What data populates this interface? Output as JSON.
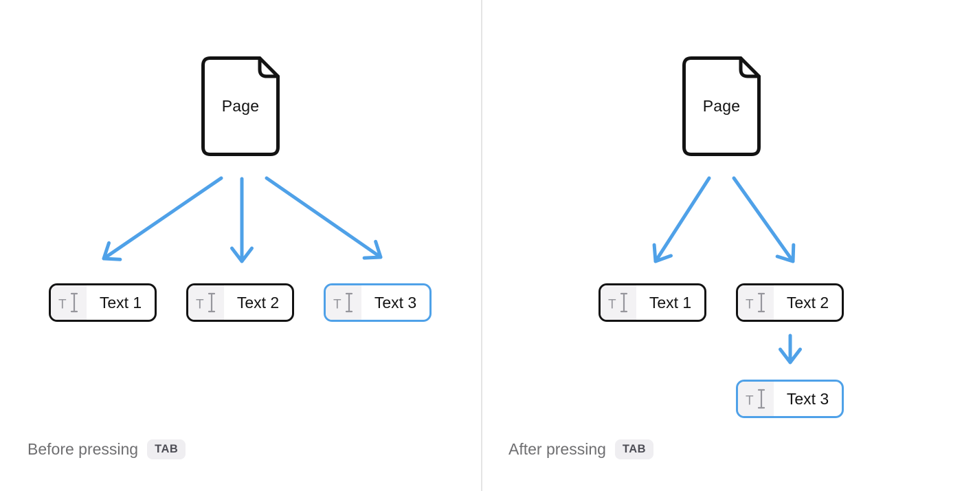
{
  "figure": {
    "description": "Diagram showing page outline structure before and after pressing TAB: Text 3 becomes nested under Text 2",
    "accent_color": "#4FA1E8",
    "outline_color": "#131313",
    "icon_gray": "#96969C",
    "icon_cell_bg": "#F3F2F4",
    "caption_color": "#6F6F71",
    "kbd_bg": "#EFEEF1",
    "divider_color": "#E4E4E4"
  },
  "panels": [
    {
      "id": "before",
      "caption": "Before pressing",
      "kbd": "TAB",
      "root": {
        "label": "Page",
        "icon": "document-icon"
      },
      "blocks": [
        {
          "label": "Text 1",
          "icon": "text-cursor-icon",
          "selected": false
        },
        {
          "label": "Text 2",
          "icon": "text-cursor-icon",
          "selected": false
        },
        {
          "label": "Text 3",
          "icon": "text-cursor-icon",
          "selected": true
        }
      ],
      "edges": [
        {
          "from": "Page",
          "to": "Text 1"
        },
        {
          "from": "Page",
          "to": "Text 2"
        },
        {
          "from": "Page",
          "to": "Text 3"
        }
      ]
    },
    {
      "id": "after",
      "caption": "After pressing",
      "kbd": "TAB",
      "root": {
        "label": "Page",
        "icon": "document-icon"
      },
      "blocks": [
        {
          "label": "Text 1",
          "icon": "text-cursor-icon",
          "selected": false
        },
        {
          "label": "Text 2",
          "icon": "text-cursor-icon",
          "selected": false
        },
        {
          "label": "Text 3",
          "icon": "text-cursor-icon",
          "selected": true
        }
      ],
      "edges": [
        {
          "from": "Page",
          "to": "Text 1"
        },
        {
          "from": "Page",
          "to": "Text 2"
        },
        {
          "from": "Text 2",
          "to": "Text 3"
        }
      ]
    }
  ]
}
